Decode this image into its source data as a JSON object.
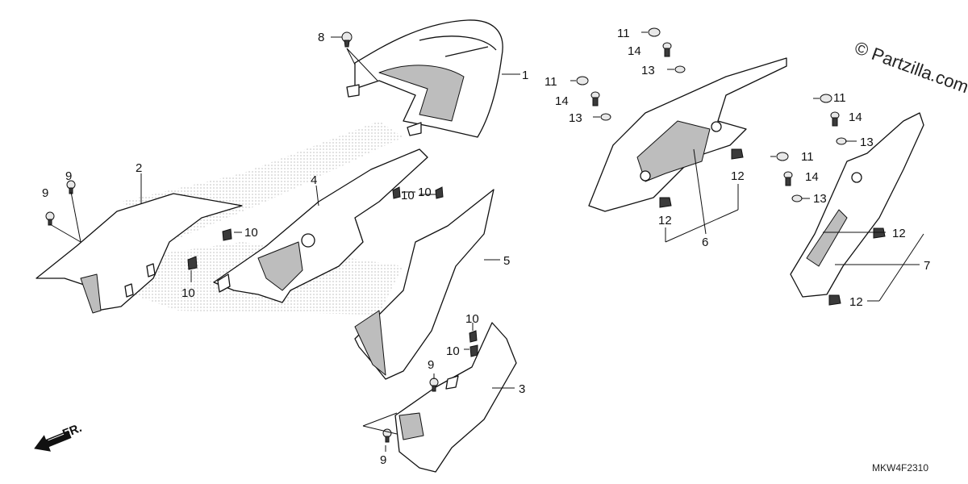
{
  "watermark": "© Partzilla.com",
  "diagram_code": "MKW4F2310",
  "front_indicator": "FR.",
  "callouts": {
    "c1": "1",
    "c2": "2",
    "c3": "3",
    "c4": "4",
    "c5": "5",
    "c6": "6",
    "c7": "7",
    "c8": "8",
    "c9a": "9",
    "c9b": "9",
    "c9c": "9",
    "c9d": "9",
    "c10a": "10",
    "c10b": "10",
    "c10c": "10",
    "c10d": "10",
    "c10e": "10",
    "c10f": "10",
    "c11a": "11",
    "c11b": "11",
    "c11c": "11",
    "c11d": "11",
    "c12a": "12",
    "c12b": "12",
    "c12c": "12",
    "c12d": "12",
    "c13a": "13",
    "c13b": "13",
    "c13c": "13",
    "c13d": "13",
    "c14a": "14",
    "c14b": "14",
    "c14c": "14",
    "c14d": "14"
  }
}
